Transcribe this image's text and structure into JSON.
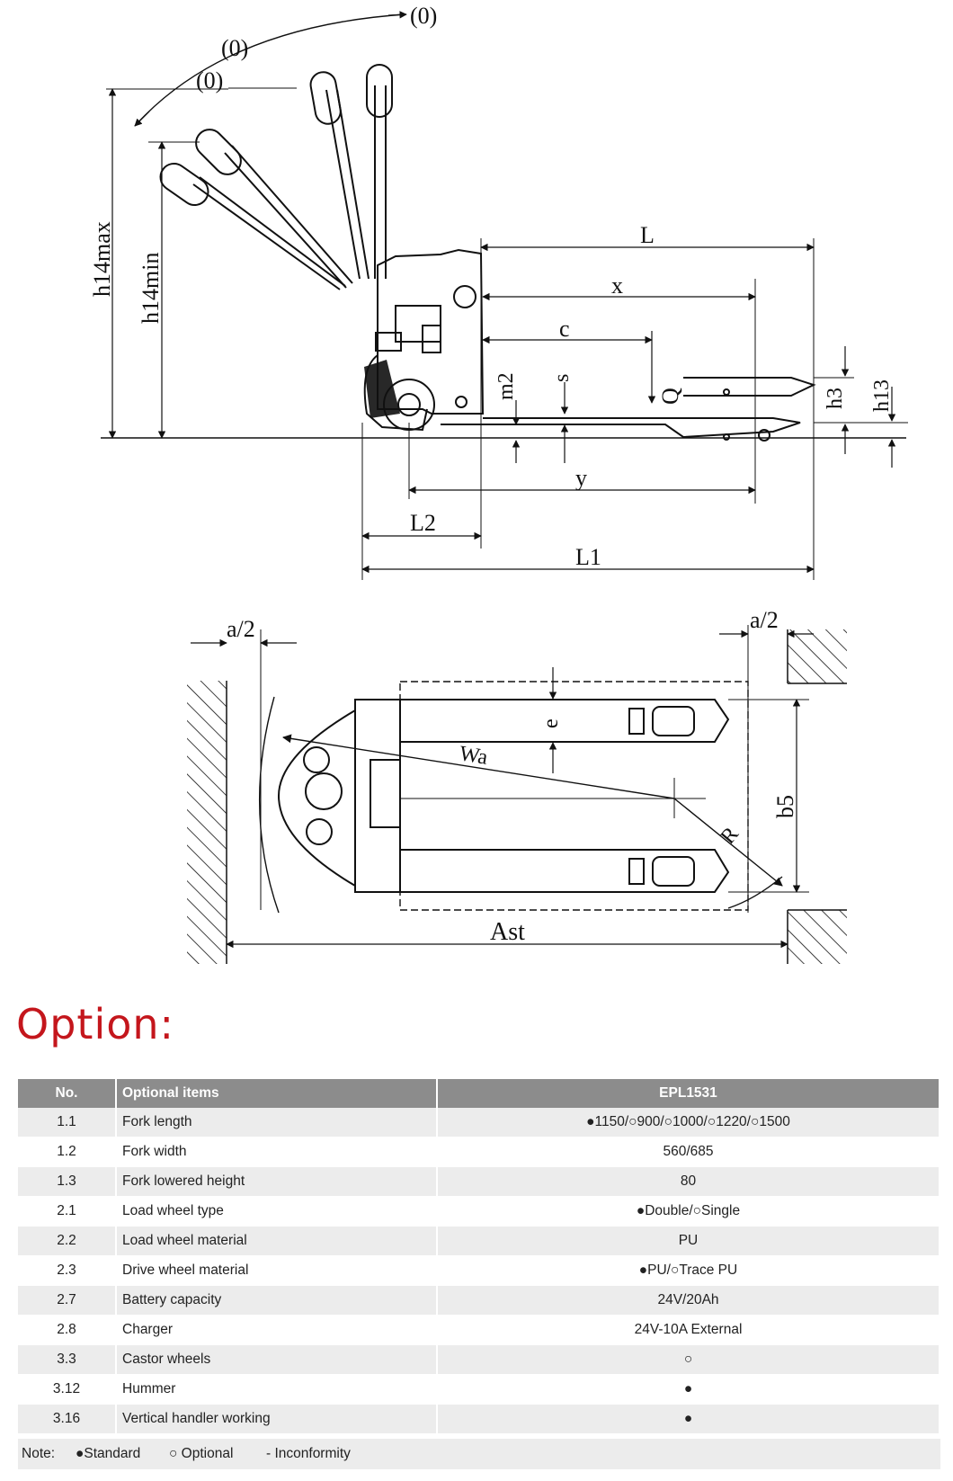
{
  "side_view": {
    "angle_labels": [
      "(0)",
      "(0)",
      "(0)"
    ],
    "dims": {
      "h14max": "h14max",
      "h14min": "h14min",
      "L": "L",
      "x": "x",
      "c": "c",
      "Q": "Q",
      "s": "s",
      "m2": "m2",
      "h3": "h3",
      "h13": "h13",
      "y": "y",
      "L2": "L2",
      "L1": "L1"
    }
  },
  "top_view": {
    "dims": {
      "a2_left": "a/2",
      "a2_right": "a/2",
      "e": "e",
      "wa": "Wa",
      "R": "R",
      "b5": "b5",
      "ast": "Ast"
    }
  },
  "option_heading": "Option:",
  "table": {
    "headers": {
      "no": "No.",
      "item": "Optional items",
      "model": "EPL1531"
    },
    "rows": [
      {
        "no": "1.1",
        "item": "Fork length",
        "value": "●1150/○900/○1000/○1220/○1500"
      },
      {
        "no": "1.2",
        "item": "Fork width",
        "value": "560/685"
      },
      {
        "no": "1.3",
        "item": "Fork lowered height",
        "value": "80"
      },
      {
        "no": "2.1",
        "item": "Load wheel type",
        "value": "●Double/○Single"
      },
      {
        "no": "2.2",
        "item": "Load wheel material",
        "value": "PU"
      },
      {
        "no": "2.3",
        "item": "Drive wheel material",
        "value": "●PU/○Trace PU"
      },
      {
        "no": "2.7",
        "item": "Battery capacity",
        "value": "24V/20Ah"
      },
      {
        "no": "2.8",
        "item": "Charger",
        "value": "24V-10A External"
      },
      {
        "no": "3.3",
        "item": "Castor wheels",
        "value": "○"
      },
      {
        "no": "3.12",
        "item": "Hummer",
        "value": "●"
      },
      {
        "no": "3.16",
        "item": "Vertical handler working",
        "value": "●"
      }
    ]
  },
  "note": {
    "label": "Note:",
    "standard": "●Standard",
    "optional": "○ Optional",
    "inconformity": "- Inconformity"
  },
  "colors": {
    "heading_red": "#c4161c",
    "header_gray": "#8c8c8c",
    "row_stripe": "#ececec"
  }
}
